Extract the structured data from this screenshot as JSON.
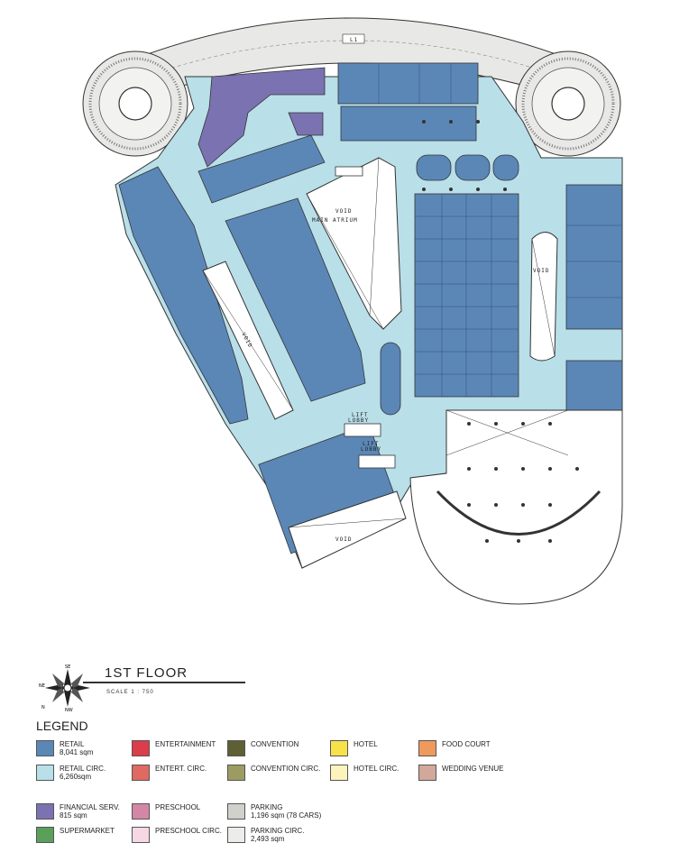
{
  "floor": {
    "title": "1ST FLOOR",
    "scale": "SCALE 1 : 750",
    "level_marker": "L1"
  },
  "compass": {
    "labels": [
      "SE",
      "NE",
      "N",
      "NW"
    ]
  },
  "plan_labels": {
    "void_main_atrium_1": "VOID",
    "void_main_atrium_2": "MAIN ATRIUM",
    "void_left": "VOID",
    "void_right": "VOID",
    "void_bottom": "VOID",
    "lift_lobby_1": "LIFT",
    "lift_lobby_1b": "LOBBY",
    "lift_lobby_2": "LIFT",
    "lift_lobby_2b": "LOBBY"
  },
  "colors": {
    "retail": "#5b87b7",
    "retail_circ": "#b9dfe9",
    "financial": "#7b72b1",
    "supermarket": "#5aa05a",
    "entertainment": "#dc3d4b",
    "entert_circ": "#e06a62",
    "preschool": "#d486a6",
    "preschool_circ": "#f5d8e4",
    "convention": "#5f5f36",
    "convention_circ": "#9c9c62",
    "parking": "#d0d0cc",
    "parking_circ": "#ececea",
    "hotel": "#f7e24a",
    "hotel_circ": "#fbf4bc",
    "food_court": "#ef9a5c",
    "wedding_venue": "#d1a89a"
  },
  "legend": {
    "title": "LEGEND",
    "items": [
      {
        "label": "RETAIL",
        "sub": "8,041 sqm",
        "color": "#5b87b7"
      },
      {
        "label": "RETAIL CIRC.",
        "sub": "6,260sqm",
        "color": "#b9dfe9"
      },
      {
        "label": "FINANCIAL SERV.",
        "sub": "815 sqm",
        "color": "#7b72b1"
      },
      {
        "label": "SUPERMARKET",
        "sub": "",
        "color": "#5aa05a"
      },
      {
        "label": "ENTERTAINMENT",
        "sub": "",
        "color": "#dc3d4b"
      },
      {
        "label": "ENTERT. CIRC.",
        "sub": "",
        "color": "#e06a62"
      },
      {
        "label": "PRESCHOOL",
        "sub": "",
        "color": "#d486a6"
      },
      {
        "label": "PRESCHOOL CIRC.",
        "sub": "",
        "color": "#f5d8e4"
      },
      {
        "label": "CONVENTION",
        "sub": "",
        "color": "#5f5f36"
      },
      {
        "label": "CONVENTION CIRC.",
        "sub": "",
        "color": "#9c9c62"
      },
      {
        "label": "PARKING",
        "sub": "1,196 sqm   (78 CARS)",
        "color": "#d0d0cc"
      },
      {
        "label": "PARKING CIRC.",
        "sub": "2,493 sqm",
        "color": "#ececea"
      },
      {
        "label": "HOTEL",
        "sub": "",
        "color": "#f7e24a"
      },
      {
        "label": "HOTEL CIRC.",
        "sub": "",
        "color": "#fbf4bc"
      },
      {
        "label": "FOOD COURT",
        "sub": "",
        "color": "#ef9a5c"
      },
      {
        "label": "WEDDING VENUE",
        "sub": "",
        "color": "#d1a89a"
      }
    ]
  }
}
